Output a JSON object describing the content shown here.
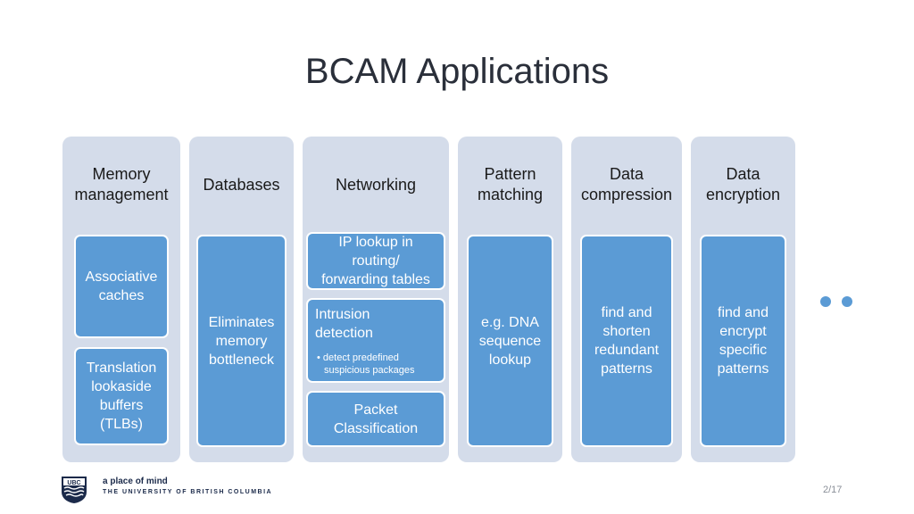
{
  "slide": {
    "title": "BCAM Applications",
    "page_number": "2/17"
  },
  "columns": [
    {
      "header": [
        "Memory",
        "management"
      ],
      "boxes": [
        [
          "Associative",
          "caches"
        ],
        [
          "Translation",
          "lookaside",
          "buffers",
          "(TLBs)"
        ]
      ]
    },
    {
      "header": [
        "Databases"
      ],
      "boxes": [
        [
          "Eliminates",
          "memory",
          "bottleneck"
        ]
      ]
    },
    {
      "header": [
        "Networking"
      ],
      "boxes": [
        [
          "IP lookup in",
          "routing/",
          "forwarding tables"
        ],
        {
          "text": [
            "Intrusion",
            "detection"
          ],
          "bullet": [
            "• detect predefined",
            "suspicious packages"
          ]
        },
        [
          "Packet",
          "Classification"
        ]
      ]
    },
    {
      "header": [
        "Pattern",
        "matching"
      ],
      "boxes": [
        [
          "e.g. DNA",
          "sequence",
          "lookup"
        ]
      ]
    },
    {
      "header": [
        "Data",
        "compression"
      ],
      "boxes": [
        [
          "find and",
          "shorten",
          "redundant",
          "patterns"
        ]
      ]
    },
    {
      "header": [
        "Data",
        "encryption"
      ],
      "boxes": [
        [
          "find and",
          "encrypt",
          "specific",
          "patterns"
        ]
      ]
    }
  ],
  "footer": {
    "logo_text": "UBC",
    "tagline": "a place of mind",
    "university": "THE UNIVERSITY OF BRITISH COLUMBIA"
  },
  "colors": {
    "box_fill": "#5b9bd5",
    "column_bg": "#d4dcea"
  }
}
